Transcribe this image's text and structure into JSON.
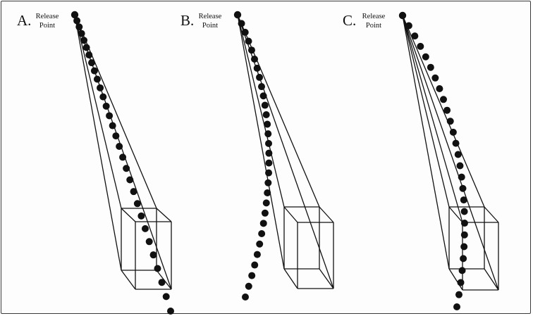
{
  "panels": [
    {
      "letter": "A.",
      "caption_line1": "Release",
      "caption_line2": "Point"
    },
    {
      "letter": "B.",
      "caption_line1": "Release",
      "caption_line2": "Point"
    },
    {
      "letter": "C.",
      "caption_line1": "Release",
      "caption_line2": "Point"
    }
  ],
  "colors": {
    "ink": "#111111",
    "frame": "#3a3a3a"
  }
}
